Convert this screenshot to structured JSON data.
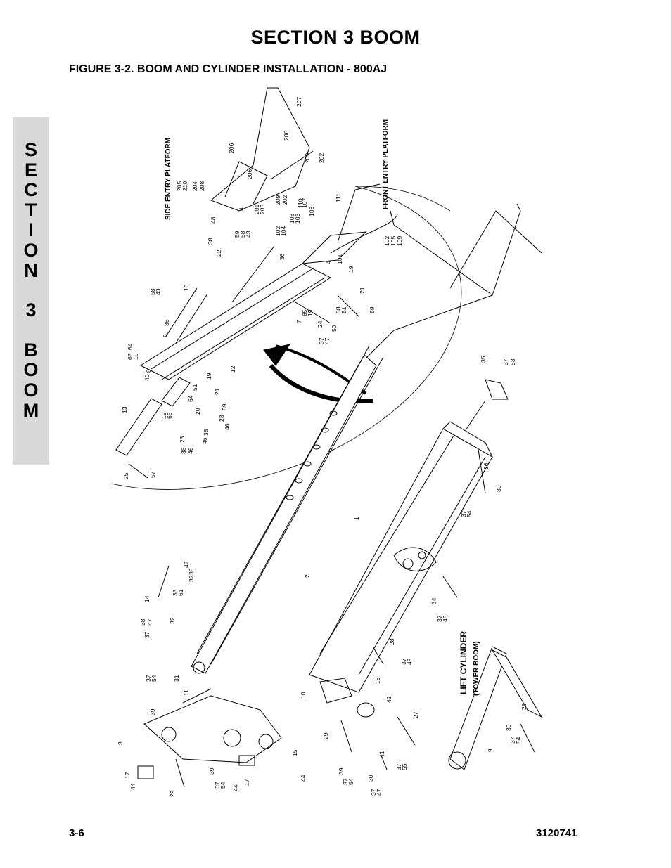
{
  "header": {
    "section_title": "SECTION 3   BOOM",
    "figure_title": "FIGURE 3-2.    BOOM AND CYLINDER INSTALLATION - 800AJ"
  },
  "side_tab": {
    "letters": [
      "S",
      "E",
      "C",
      "T",
      "I",
      "O",
      "N",
      "",
      "3",
      "",
      "B",
      "O",
      "O",
      "M"
    ]
  },
  "callouts": {
    "side_entry": "SIDE ENTRY PLATFORM",
    "front_entry": "FRONT ENTRY PLATFORM",
    "lift_cylinder": "LIFT CYLINDER",
    "tower_boom": "(TOWER BOOM)"
  },
  "part_numbers": [
    "207",
    "206",
    "206",
    "209",
    "202",
    "205",
    "210",
    "204",
    "208",
    "206",
    "201",
    "203",
    "209",
    "202",
    "110",
    "107",
    "111",
    "4",
    "48",
    "59",
    "58",
    "43",
    "102",
    "104",
    "108",
    "103",
    "106",
    "38",
    "22",
    "36",
    "4",
    "101",
    "19",
    "21",
    "59",
    "58",
    "43",
    "16",
    "36",
    "6",
    "7",
    "65",
    "19",
    "24",
    "50",
    "38",
    "51",
    "47",
    "37",
    "102",
    "105",
    "109",
    "64",
    "65",
    "19",
    "8",
    "40",
    "12",
    "19",
    "51",
    "21",
    "64",
    "20",
    "59",
    "13",
    "19",
    "65",
    "23",
    "38",
    "46",
    "38",
    "46",
    "23",
    "46",
    "25",
    "57",
    "35",
    "37",
    "53",
    "26",
    "39",
    "37",
    "54",
    "1",
    "2",
    "14",
    "33",
    "61",
    "37",
    "38",
    "47",
    "32",
    "37",
    "38",
    "47",
    "34",
    "37",
    "45",
    "28",
    "37",
    "49",
    "37",
    "54",
    "31",
    "11",
    "39",
    "3",
    "10",
    "18",
    "42",
    "27",
    "29",
    "41",
    "37",
    "55",
    "15",
    "17",
    "44",
    "29",
    "39",
    "37",
    "54",
    "44",
    "17",
    "44",
    "39",
    "37",
    "54",
    "30",
    "37",
    "47",
    "9",
    "26",
    "39",
    "37",
    "54"
  ],
  "footer": {
    "page": "3-6",
    "doc_number": "3120741"
  }
}
